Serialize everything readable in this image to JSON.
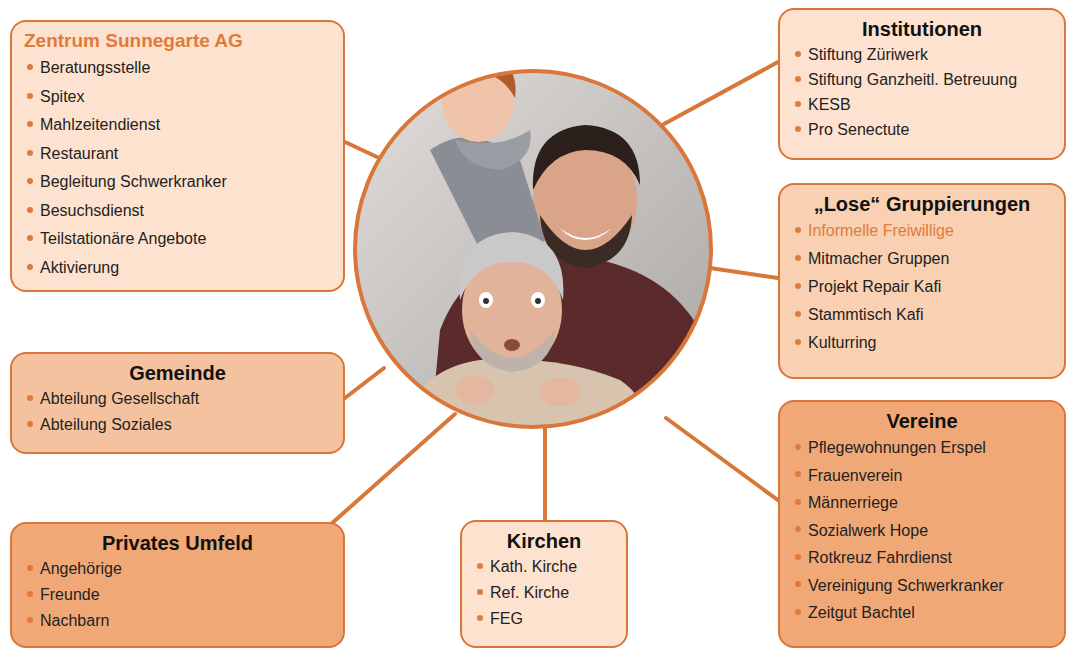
{
  "diagram": {
    "nodes": [
      {
        "text": [
          "Zentrum Sunnegarte AG",
          "Beratungsstelle",
          "Spitex",
          "Mahlzeitendienst",
          "Restaurant",
          "Begleitung Schwerkranker",
          "Besuchsdienst",
          "Teilstationäre Angebote",
          "Aktivierung"
        ]
      },
      {
        "text": [
          "Institutionen",
          "Stiftung Züriwerk",
          "Stiftung Ganzheitl. Betreuung",
          "KESB",
          "Pro Senectute"
        ]
      },
      {
        "text": [
          "„Lose“ Gruppierungen",
          "Informelle Freiwillige",
          "Mitmacher Gruppen",
          "Projekt Repair Kafi",
          "Stammtisch Kafi",
          "Kulturring"
        ]
      },
      {
        "text": [
          "Gemeinde",
          "Abteilung Gesellschaft",
          "Abteilung Soziales"
        ]
      },
      {
        "text": [
          "Vereine",
          "Pflegewohnungen Erspel",
          "Frauenverein",
          "Männerriege",
          "Sozialwerk Hope",
          "Rotkreuz Fahrdienst",
          "Vereinigung Schwerkranker",
          "Zeitgut Bachtel"
        ]
      },
      {
        "text": [
          "Privates Umfeld",
          "Angehörige",
          "Freunde",
          "Nachbarn"
        ]
      },
      {
        "text": [
          "Kirchen",
          "Kath. Kirche",
          "Ref. Kirche",
          "FEG"
        ]
      }
    ]
  }
}
